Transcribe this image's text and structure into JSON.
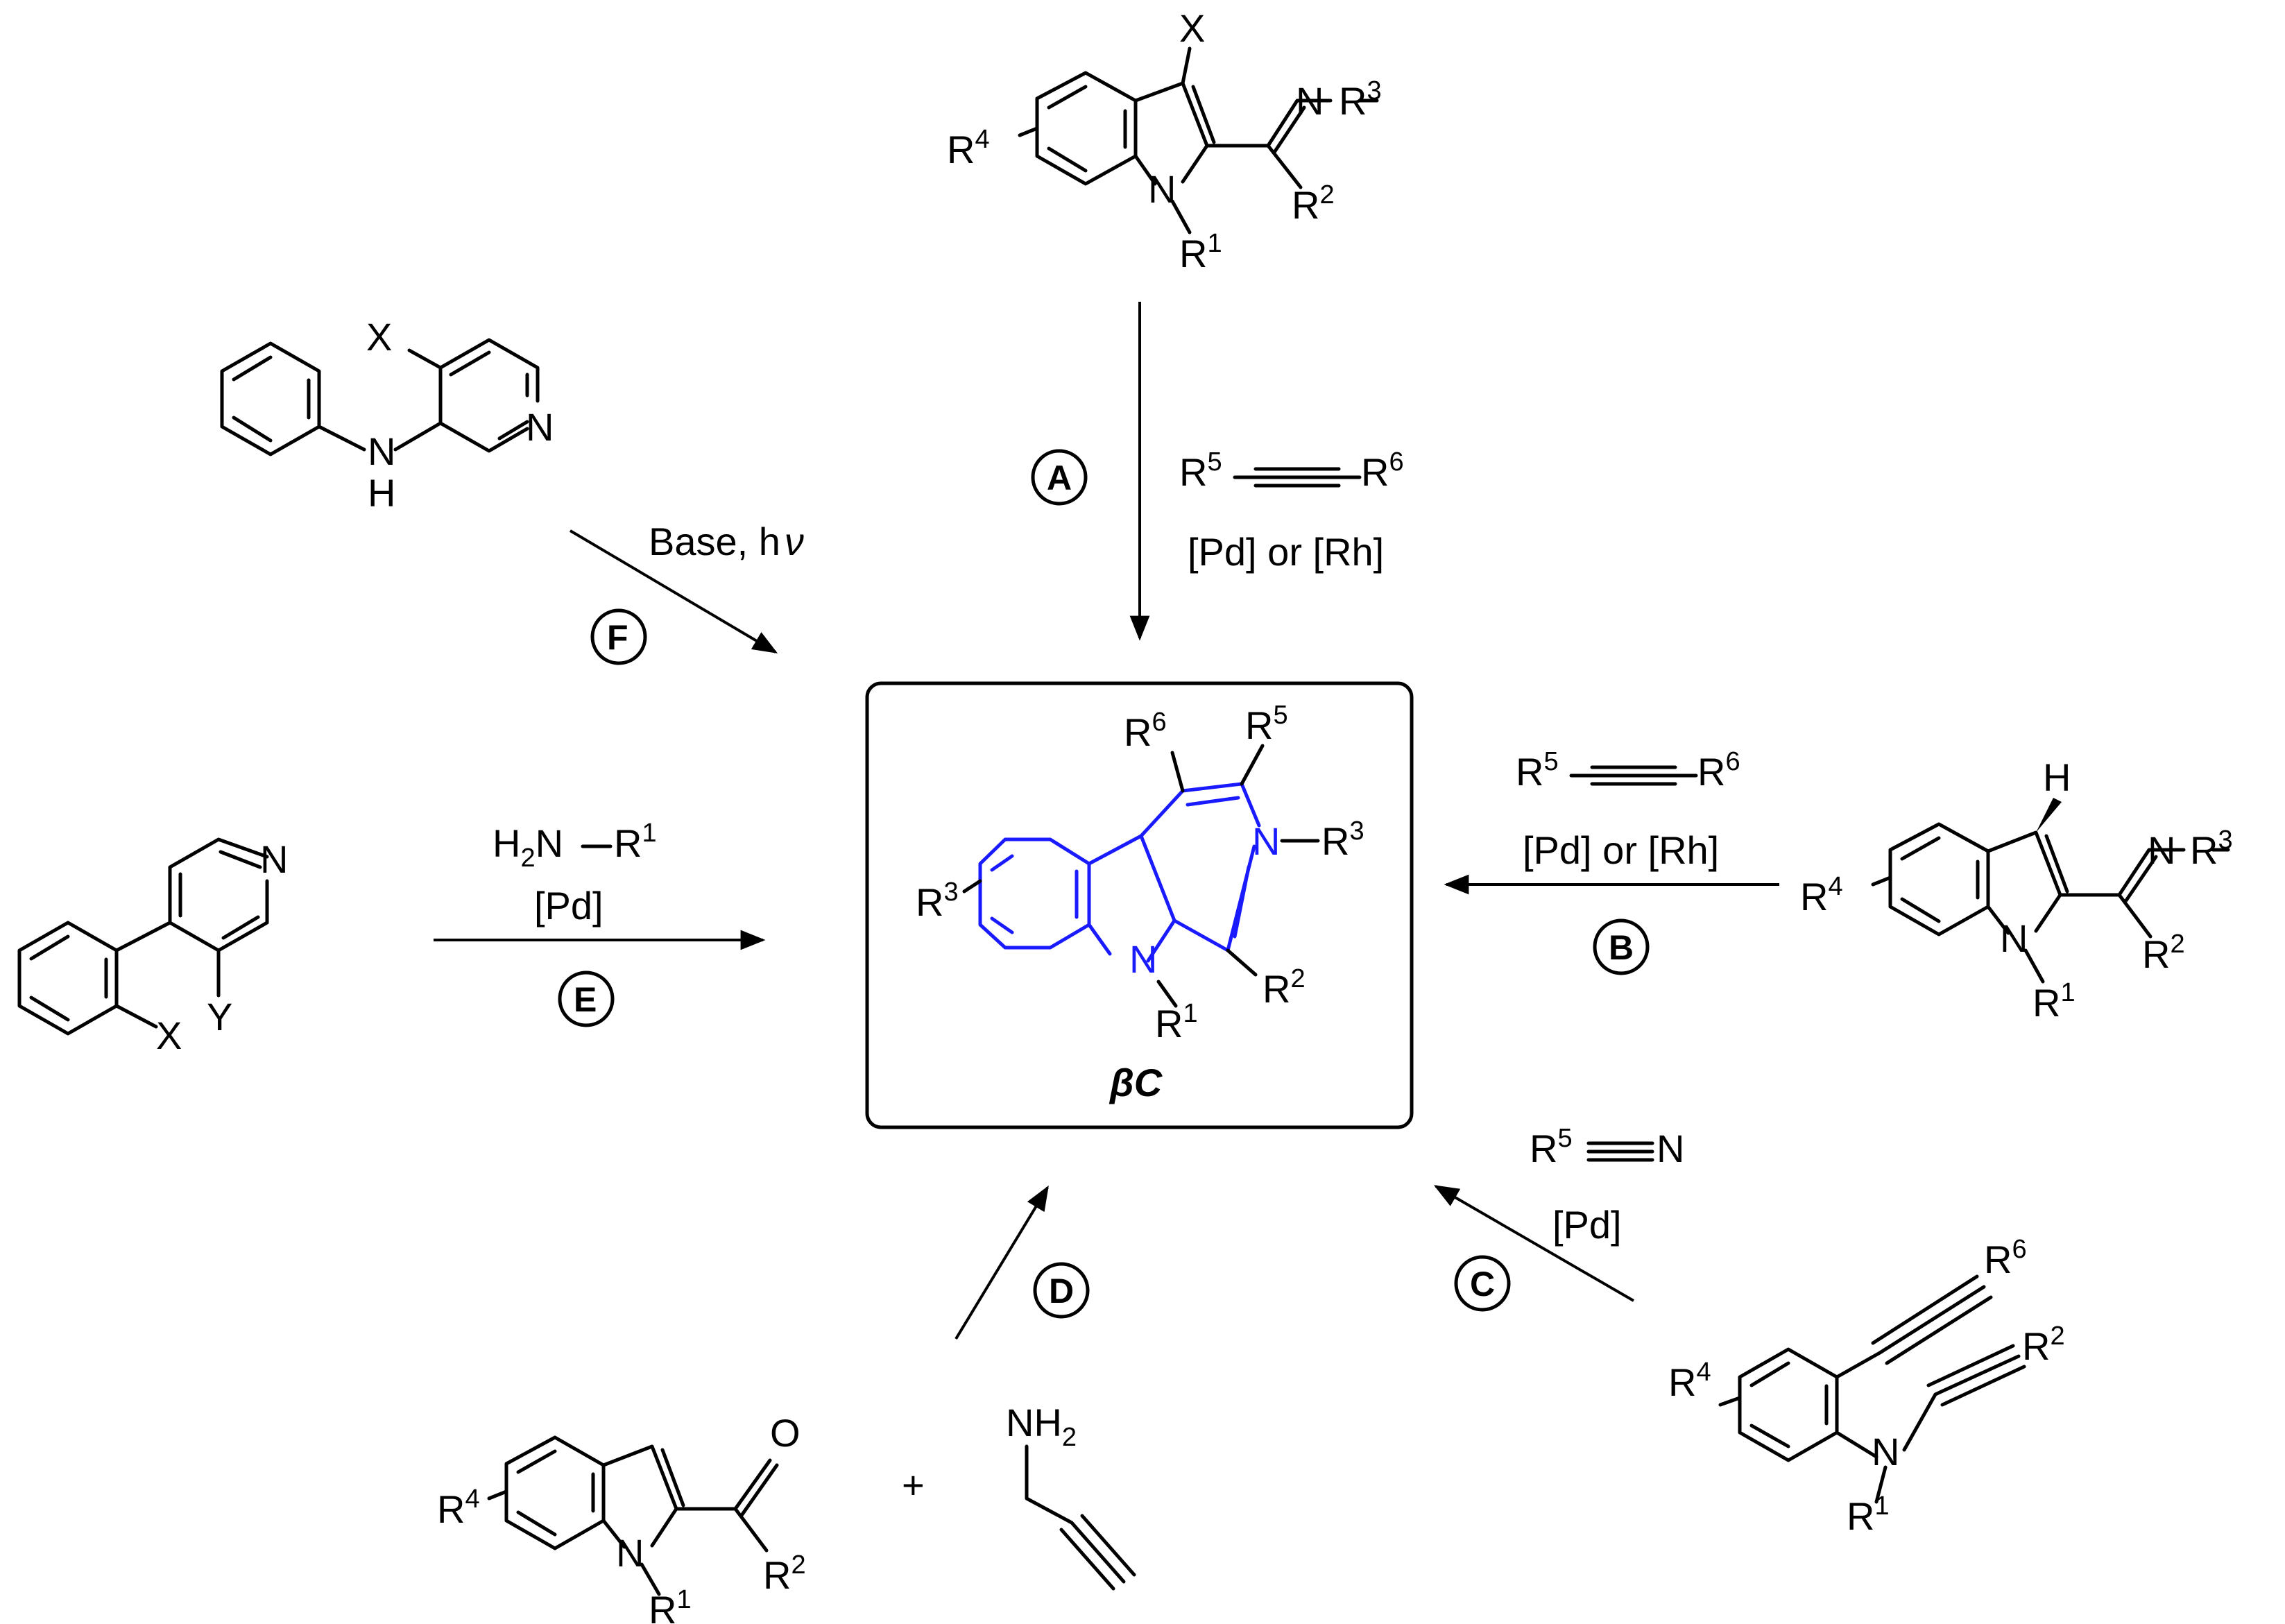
{
  "center_product": {
    "label": "βC",
    "atoms": {
      "N_ring": "N",
      "N_indole": "N"
    },
    "substituents": {
      "r3_ring": "R",
      "r3_ring_sup": "3",
      "r6": "R",
      "r6_sup": "6",
      "r5": "R",
      "r5_sup": "5",
      "nr3": "R",
      "nr3_sup": "3",
      "r2": "R",
      "r2_sup": "2",
      "r1": "R",
      "r1_sup": "1"
    }
  },
  "routes": {
    "A": {
      "letter": "A",
      "reagent_left": "R",
      "reagent_left_sup": "5",
      "reagent_right": "R",
      "reagent_right_sup": "6",
      "catalyst": "[Pd] or [Rh]",
      "substrate": {
        "x": "X",
        "n": "N",
        "nr3": "R",
        "nr3_sup": "3",
        "r4": "R",
        "r4_sup": "4",
        "r2": "R",
        "r2_sup": "2",
        "r1": "R",
        "r1_sup": "1"
      }
    },
    "B": {
      "letter": "B",
      "reagent_left": "R",
      "reagent_left_sup": "5",
      "reagent_right": "R",
      "reagent_right_sup": "6",
      "catalyst": "[Pd] or [Rh]",
      "substrate": {
        "h": "H",
        "n": "N",
        "nr3": "R",
        "nr3_sup": "3",
        "r4": "R",
        "r4_sup": "4",
        "r2": "R",
        "r2_sup": "2",
        "r1": "R",
        "r1_sup": "1"
      }
    },
    "C": {
      "letter": "C",
      "reagent": "R",
      "reagent_sup": "5",
      "reagent_n": "N",
      "catalyst": "[Pd]",
      "substrate": {
        "r6": "R",
        "r6_sup": "6",
        "r2": "R",
        "r2_sup": "2",
        "r4": "R",
        "r4_sup": "4",
        "n": "N",
        "r1": "R",
        "r1_sup": "1"
      }
    },
    "D": {
      "letter": "D",
      "plus": "+",
      "substrate": {
        "o": "O",
        "r4": "R",
        "r4_sup": "4",
        "n": "N",
        "r2": "R",
        "r2_sup": "2",
        "r1": "R",
        "r1_sup": "1"
      },
      "amine": {
        "nh": "NH",
        "nh_sub": "2"
      }
    },
    "E": {
      "letter": "E",
      "reagent_h": "H",
      "reagent_h_sub": "2",
      "reagent_n": "N",
      "reagent_r": "R",
      "reagent_r_sup": "1",
      "catalyst": "[Pd]",
      "substrate": {
        "n": "N",
        "x": "X",
        "y": "Y"
      }
    },
    "F": {
      "letter": "F",
      "conditions": "Base, h",
      "conditions_nu": "ν",
      "substrate": {
        "x": "X",
        "n_pyr": "N",
        "nh_n": "N",
        "nh_h": "H"
      }
    }
  }
}
